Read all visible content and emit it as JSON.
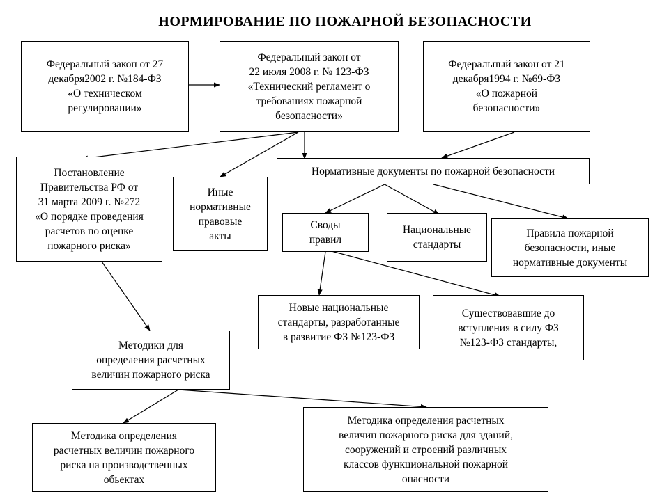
{
  "title": "НОРМИРОВАНИЕ ПО ПОЖАРНОЙ БЕЗОПАСНОСТИ",
  "nodes": {
    "law184": [
      "Федеральный закон от 27",
      "декабря2002 г. №184-ФЗ",
      "«О техническом",
      "регулировании»"
    ],
    "law123": [
      "Федеральный закон от",
      "22 июля 2008 г. № 123-ФЗ",
      "«Технический регламент о",
      "требованиях пожарной",
      "безопасности»"
    ],
    "law69": [
      "Федеральный закон от 21",
      "декабря1994 г. №69-ФЗ",
      "«О пожарной",
      "безопасности»"
    ],
    "decree272": [
      "Постановление",
      "Правительства РФ от",
      "31 марта 2009 г. №272",
      "«О порядке проведения",
      "расчетов по оценке",
      "пожарного риска»"
    ],
    "other_acts": [
      "Иные",
      "нормативные",
      "правовые",
      "акты"
    ],
    "norm_docs": [
      "Нормативные документы по пожарной безопасности"
    ],
    "rule_sets": [
      "Своды",
      "правил"
    ],
    "national_standards": [
      "Национальные",
      "стандарты"
    ],
    "fire_rules": [
      "Правила пожарной",
      "безопасности, иные",
      "нормативные документы"
    ],
    "new_standards": [
      "Новые национальные",
      "стандарты, разработанные",
      "в развитие ФЗ №123-ФЗ"
    ],
    "existing_standards": [
      "Существовавшие до",
      "вступления в силу ФЗ",
      "№123-ФЗ стандарты,"
    ],
    "methods": [
      "Методики для",
      "определения расчетных",
      "величин пожарного риска"
    ],
    "method_industrial": [
      "Методика определения",
      "расчетных величин пожарного",
      "риска на производственных",
      "обьектах"
    ],
    "method_buildings": [
      "Методика определения расчетных",
      "величин пожарного риска для зданий,",
      "сооружений и строений различных",
      "классов функциональной пожарной",
      "опасности"
    ]
  }
}
